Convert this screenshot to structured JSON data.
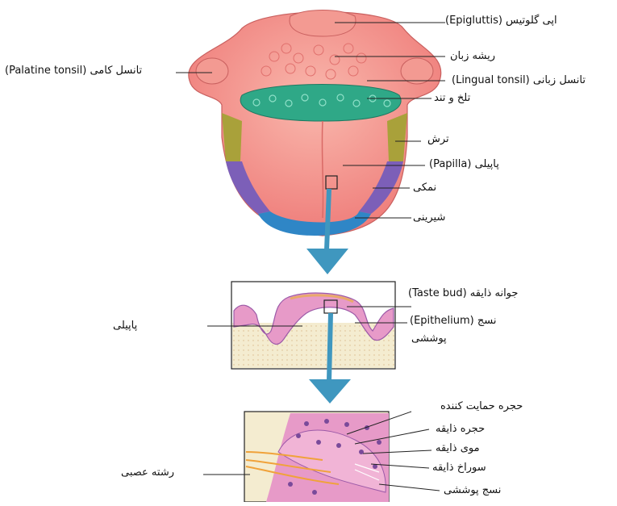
{
  "labels": {
    "epiglottis": "اپی گلوتیس (Epigluttis)",
    "tongue_root": "ریشه زبان",
    "lingual_tonsil": "تانسل زبانی (Lingual tonsil)",
    "palatine_tonsil": "(Palatine tonsil) تانسل کامی",
    "bitter_salty": "تلخ و تند",
    "sour": "ترش",
    "papilla": "پاپیلی (Papilla)",
    "salty": "نمکی",
    "sweet": "شیرینی",
    "taste_bud": "جوانه ذایقه  (Taste bud)",
    "epithelium_line1": "نسج (Epithelium)",
    "epithelium_line2": "پوششی",
    "papilla_left": "پاپیلی",
    "supporting_cell": "حجره حمایت کننده",
    "taste_cell": "حجره ذایقه",
    "taste_hair": "موی ذایقه",
    "taste_pore": "سوراخ ذایقه",
    "epithelial_tissue": "نسج پوششی",
    "nerve_fiber": "رشته عصبی"
  },
  "colors": {
    "tongue": "#f28a86",
    "tongue_light": "#f7b0a8",
    "bitter_zone": "#2fa887",
    "sour_zone": "#a9a13a",
    "salty_zone": "#7c5fb8",
    "sweet_zone": "#2f86c6",
    "arrow": "#3f97bf",
    "tissue_pink": "#e79ac8",
    "tissue_purple": "#9c5aa8",
    "connective": "#f4ecd0",
    "nerve": "#f0a23a"
  }
}
